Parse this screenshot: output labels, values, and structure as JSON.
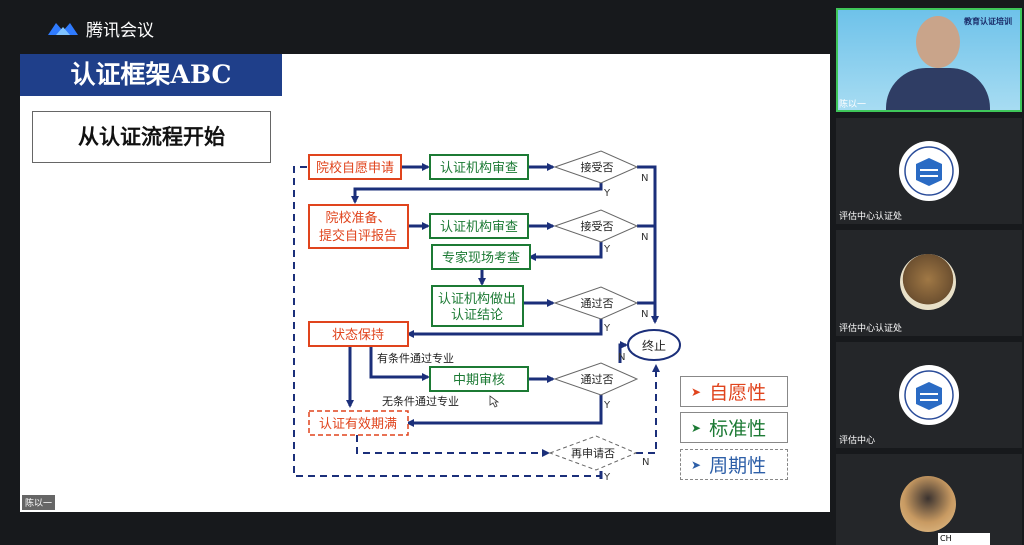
{
  "app": {
    "name": "腾讯会议"
  },
  "slide": {
    "title": "认证框架ABC",
    "subtitle": "从认证流程开始",
    "presenter_tag": "陈以一"
  },
  "flowchart": {
    "school_apply": "院校自愿申请",
    "cert_review_1": "认证机构审查",
    "accept_q_1": "接受否",
    "school_prepare_1": "院校准备、",
    "school_prepare_2": "提交自评报告",
    "cert_review_2": "认证机构审查",
    "accept_q_2": "接受否",
    "expert_visit": "专家现场考查",
    "cert_conclude_1": "认证机构做出",
    "cert_conclude_2": "认证结论",
    "pass_q_1": "通过否",
    "status_keep": "状态保持",
    "conditional": "有条件通过专业",
    "mid_review": "中期审核",
    "pass_q_2": "通过否",
    "unconditional": "无条件通过专业",
    "valid_expired": "认证有效期满",
    "reapply_q": "再申请否",
    "terminate": "终止",
    "y": "Y",
    "n": "N"
  },
  "legend": [
    {
      "label": "自愿性",
      "color": "#e0441d"
    },
    {
      "label": "标准性",
      "color": "#1c7a34"
    },
    {
      "label": "周期性",
      "color": "#2d5fa8"
    }
  ],
  "participants": [
    {
      "name": "陈以一",
      "type": "camera",
      "banner": "教育认证培训"
    },
    {
      "name": "评估中心认证处",
      "type": "logo"
    },
    {
      "name": "评估中心认证处",
      "type": "photo"
    },
    {
      "name": "评估中心",
      "type": "logo"
    },
    {
      "name": "",
      "type": "photo"
    }
  ],
  "status_bar": {
    "text": "CH"
  },
  "colors": {
    "title_bar": "#1f3f8a",
    "flow_navy": "#1b2f7a",
    "background": "#17191c",
    "speaker_border": "#3fc65a"
  }
}
